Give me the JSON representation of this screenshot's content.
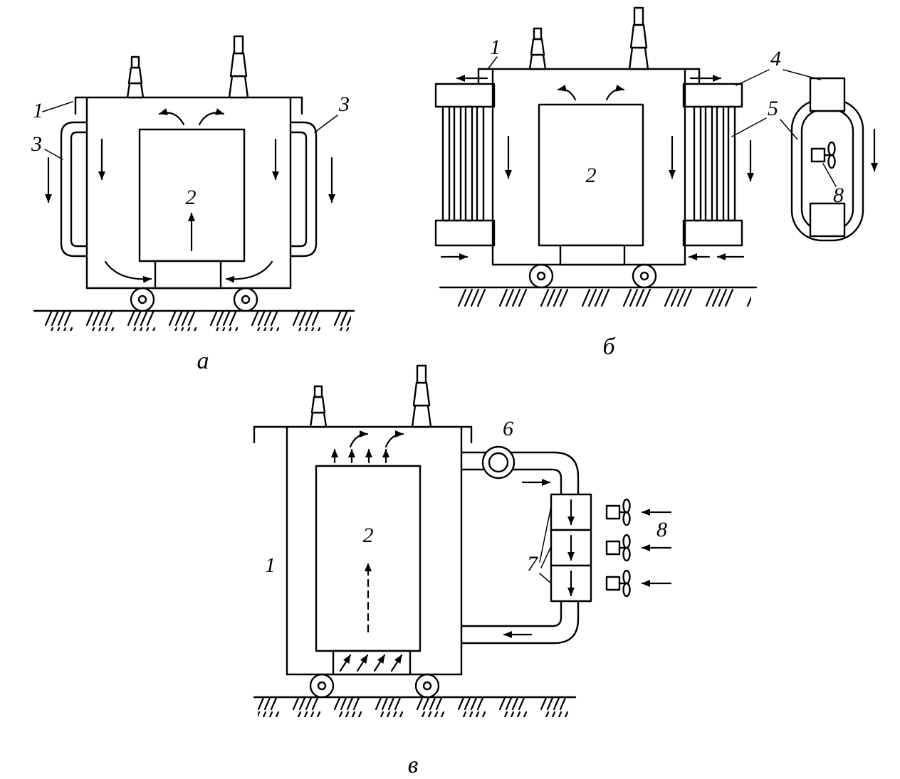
{
  "colors": {
    "background": "#ffffff",
    "line": "#000000"
  },
  "panel_a": {
    "caption": "а",
    "label_tank": "1",
    "label_core": "2",
    "label_tube_left": "3",
    "label_tube_right": "3"
  },
  "panel_b": {
    "caption": "б",
    "label_tank": "1",
    "label_core": "2",
    "label_radiator": "4",
    "label_fins": "5",
    "label_fan": "8"
  },
  "panel_v": {
    "caption": "в",
    "label_tank": "1",
    "label_core": "2",
    "label_pump": "6",
    "label_cooler": "7",
    "label_fan": "8"
  }
}
